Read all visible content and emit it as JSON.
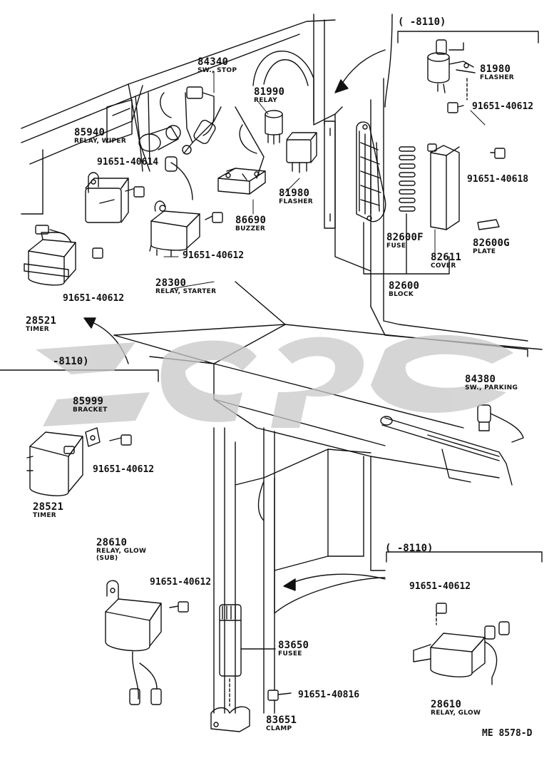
{
  "diagram": {
    "reference_code": "ME 8578-D",
    "ranges": {
      "top_right": "(          -8110)",
      "left": "-8110)",
      "bottom_right": "(          -8110)"
    },
    "parts": {
      "p84340": {
        "number": "84340",
        "name": "SW., STOP"
      },
      "p81990": {
        "number": "81990",
        "name": "RELAY"
      },
      "p81980_top": {
        "number": "81980",
        "name": "FLASHER"
      },
      "p85940": {
        "number": "85940",
        "name": "RELAY, WIPER"
      },
      "p81980": {
        "number": "81980",
        "name": "FLASHER"
      },
      "p86690": {
        "number": "86690",
        "name": "BUZZER"
      },
      "p28300": {
        "number": "28300",
        "name": "RELAY, STARTER"
      },
      "p28521_a": {
        "number": "28521",
        "name": "TIMER"
      },
      "p82600F": {
        "number": "82600F",
        "name": "FUSE"
      },
      "p82611": {
        "number": "82611",
        "name": "COVER"
      },
      "p82600G": {
        "number": "82600G",
        "name": "PLATE"
      },
      "p82600": {
        "number": "82600",
        "name": "BLOCK"
      },
      "p85999": {
        "number": "85999",
        "name": "BRACKET"
      },
      "p28521_b": {
        "number": "28521",
        "name": "TIMER"
      },
      "p84380": {
        "number": "84380",
        "name": "SW., PARKING"
      },
      "p28610_sub": {
        "number": "28610",
        "name": "RELAY, GLOW",
        "name2": "(SUB)"
      },
      "p83650": {
        "number": "83650",
        "name": "FUSEE"
      },
      "p83651": {
        "number": "83651",
        "name": "CLAMP"
      },
      "p28610": {
        "number": "28610",
        "name": "RELAY, GLOW"
      }
    },
    "bolts": {
      "b1": "91651-40612",
      "b2": "91651-40614",
      "b3": "91651-40612",
      "b4": "91651-40612",
      "b5": "91651-40618",
      "b6": "91651-40612",
      "b7": "91651-40612",
      "b8": "91651-40612",
      "b9": "91651-40816"
    }
  }
}
